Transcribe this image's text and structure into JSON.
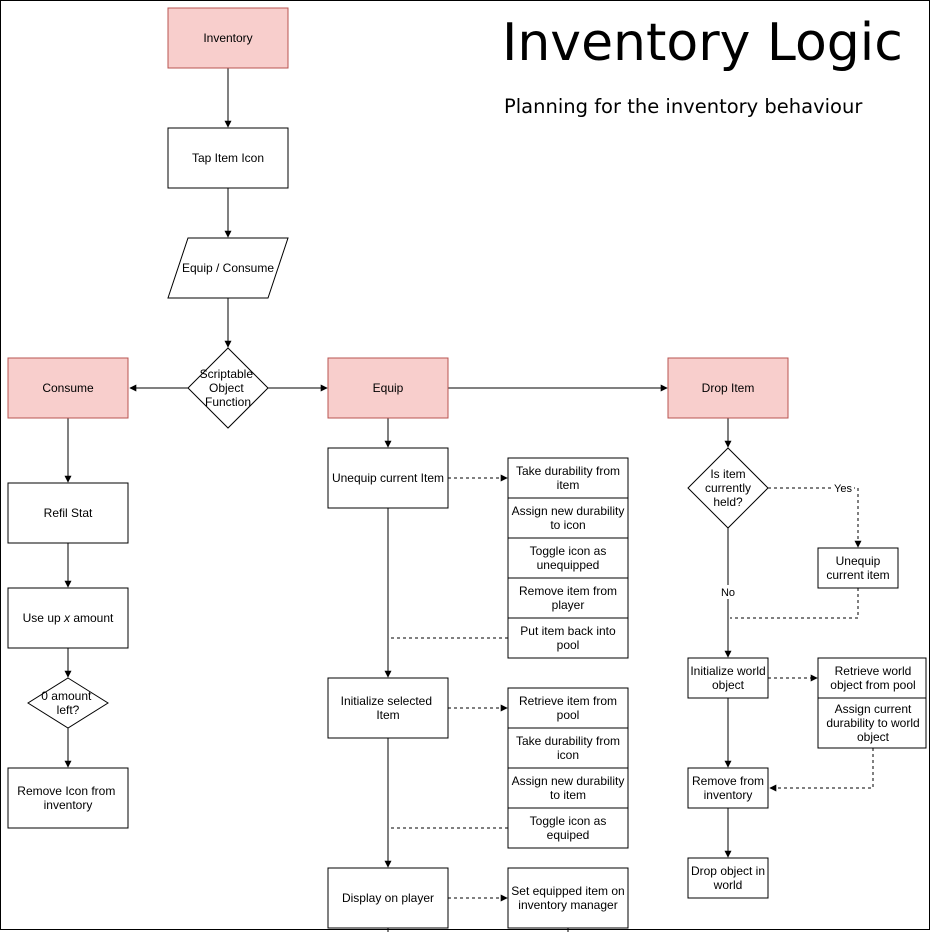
{
  "title": "Inventory Logic",
  "subtitle": "Planning for the inventory behaviour",
  "colors": {
    "highlight_fill": "#f8cecc",
    "highlight_stroke": "#b85450",
    "default_fill": "#ffffff",
    "stroke": "#000000"
  },
  "nodes": {
    "inventory": "Inventory",
    "tap_item_icon": "Tap Item Icon",
    "equip_consume": "Equip / Consume",
    "scriptable_object_function": "Scriptable Object Function",
    "consume": "Consume",
    "equip": "Equip",
    "drop_item": "Drop Item",
    "refill_stat": "Refil Stat",
    "use_up_amount_prefix": "Use up ",
    "use_up_amount_var": "x",
    "use_up_amount_suffix": " amount",
    "zero_amount_left": "0 amount left?",
    "remove_icon_from_inventory": "Remove Icon from inventory",
    "unequip_current_item": "Unequip current Item",
    "take_durability_from_item": "Take durability from item",
    "assign_new_durability_to_icon": "Assign new durability to icon",
    "toggle_icon_as_unequipped": "Toggle icon as unequipped",
    "remove_item_from_player": "Remove item from player",
    "put_item_back_into_pool": "Put item back into pool",
    "initialize_selected_item": "Initialize selected Item",
    "retrieve_item_from_pool": "Retrieve item from pool",
    "take_durability_from_icon": "Take durability from icon",
    "assign_new_durability_to_item": "Assign new durability to item",
    "toggle_icon_as_equiped": "Toggle icon as equiped",
    "display_on_player": "Display on player",
    "set_equipped_item": "Set equipped item on inventory manager",
    "is_item_currently_held": "Is item currently held?",
    "unequip_current_item_drop": "Unequip current item",
    "initialize_world_object": "Initialize world object",
    "retrieve_world_object_from_pool": "Retrieve world object from pool",
    "assign_current_durability": "Assign current durability to world object",
    "remove_from_inventory": "Remove from inventory",
    "drop_object_in_world": "Drop object in world"
  },
  "edge_labels": {
    "yes": "Yes",
    "no": "No"
  }
}
